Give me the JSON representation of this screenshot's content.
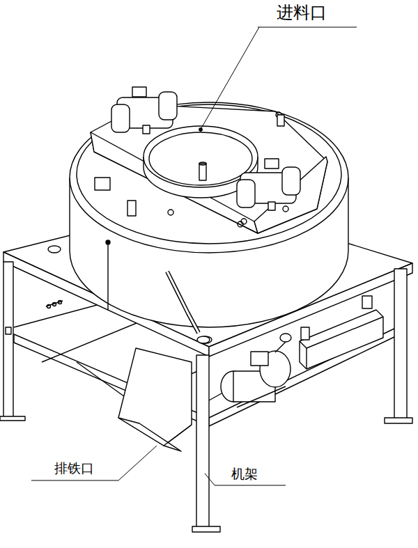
{
  "diagram": {
    "labels": [
      "进料口",
      "排铁口",
      "机架"
    ]
  }
}
